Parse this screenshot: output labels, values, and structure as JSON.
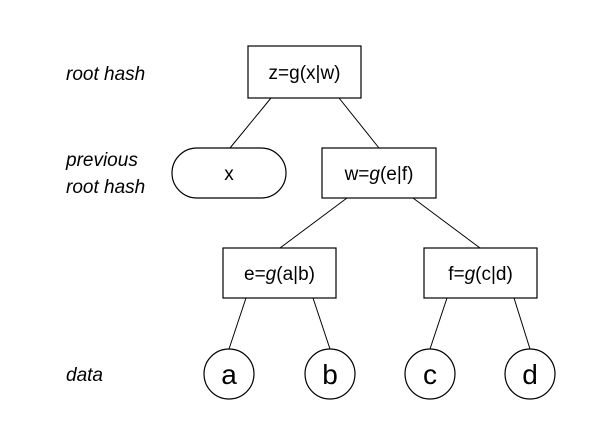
{
  "row_labels": {
    "root": "root hash",
    "previous_line1": "previous",
    "previous_line2": "root hash",
    "data": "data"
  },
  "nodes": {
    "root": {
      "lhs": "z=",
      "fn": "g",
      "args": "(x|w)",
      "fn_italic": false
    },
    "prev": {
      "text": "x"
    },
    "w": {
      "lhs": "w=",
      "fn": "g",
      "args": "(e|f)",
      "fn_italic": true
    },
    "e": {
      "lhs": "e=",
      "fn": "g",
      "args": "(a|b)",
      "fn_italic": true
    },
    "f": {
      "lhs": "f=",
      "fn": "g",
      "args": "(c|d)",
      "fn_italic": true
    }
  },
  "leaves": [
    "a",
    "b",
    "c",
    "d"
  ],
  "edges": [
    [
      "root",
      "prev"
    ],
    [
      "root",
      "w"
    ],
    [
      "w",
      "e"
    ],
    [
      "w",
      "f"
    ],
    [
      "e",
      "a"
    ],
    [
      "e",
      "b"
    ],
    [
      "f",
      "c"
    ],
    [
      "f",
      "d"
    ]
  ]
}
